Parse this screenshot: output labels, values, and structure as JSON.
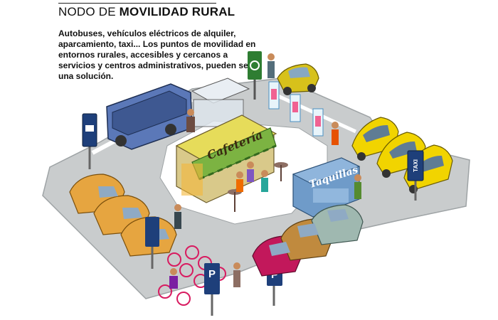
{
  "header": {
    "title_prefix": "NODO DE ",
    "title_bold": "MOVILIDAD RURAL"
  },
  "description": "Autobuses, vehículos eléctricos de alquiler, aparcamiento, taxi... Los puntos de movilidad en entornos rurales, accesibles y cercanos a servicios y centros administrativos, pueden ser una solución.",
  "scene": {
    "cafeteria_label": "Cafetería",
    "ticket_office_label": "Taquillas",
    "taxi_sign_label": "TAXI",
    "parking_sign_label": "P",
    "parking_sign_label_2": "P"
  },
  "colors": {
    "road": "#c9cccd",
    "plaza": "#ffffff",
    "bus": "#5b78b8",
    "taxi": "#f1d400",
    "sign_blue": "#1e3f7a",
    "cafe_roof": "#7cb342",
    "ticket_office": "#6f9bc9",
    "bikes": "#d81b60",
    "cars_orange": "#e6a540"
  }
}
